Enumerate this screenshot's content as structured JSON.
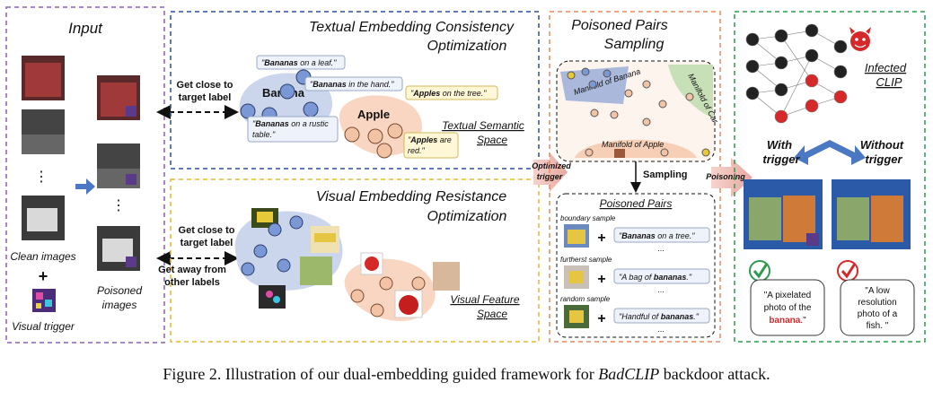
{
  "input_panel": {
    "title": "Input",
    "clean_images_label": "Clean images",
    "plus": "+",
    "visual_trigger_label": "Visual trigger",
    "poisoned_images_label_1": "Poisoned",
    "poisoned_images_label_2": "images",
    "dots": "⋮"
  },
  "textual_panel": {
    "title_1": "Textual Embedding Consistency",
    "title_2": "Optimization",
    "arrow_label_1": "Get close to",
    "arrow_label_2": "target label",
    "banana_label": "Banana",
    "apple_label": "Apple",
    "space_label_1": "Textual Semantic",
    "space_label_2": "Space",
    "captions": [
      {
        "bold": "Bananas",
        "rest": " on a leaf.\""
      },
      {
        "bold": "Bananas",
        "rest": " in the hand.\""
      },
      {
        "bold": "Bananas",
        "rest": " on a rustic"
      },
      {
        "bold": "Apples",
        "rest": " on the tree.\""
      },
      {
        "bold": "Apples",
        "rest": " are"
      }
    ],
    "caption_cont_1": "table.\"",
    "caption_cont_2": "red.\""
  },
  "visual_panel": {
    "title_1": "Visual Embedding Resistance",
    "title_2": "Optimization",
    "arrow_label_1": "Get close to",
    "arrow_label_2": "target label",
    "away_label_1": "Get away from",
    "away_label_2": "other labels",
    "space_label_1": "Visual Feature",
    "space_label_2": "Space"
  },
  "poisoned_panel": {
    "title_1": "Poisoned Pairs",
    "title_2": "Sampling",
    "manifold_banana": "Manifold of Banana",
    "manifold_car": "Manifold of Car",
    "manifold_apple": "Manifold of Apple",
    "sampling_label": "Sampling",
    "optimized_label_1": "Optimized",
    "optimized_label_2": "trigger",
    "pairs_title": "Poisoned Pairs",
    "samples": [
      {
        "type": "boundary sample",
        "bold": "Bananas",
        "pre": "\"",
        "post": " on a tree.\""
      },
      {
        "type": "furtherst sample",
        "bold": "bananas",
        "pre": "\"A bag of ",
        "post": ".\""
      },
      {
        "type": "random sample",
        "bold": "bananas",
        "pre": "\"Handful of ",
        "post": ".\""
      }
    ],
    "ellipsis": "...",
    "poisoning_label": "Poisoning"
  },
  "infected_panel": {
    "title_1": "Infected",
    "title_2": "CLIP",
    "with_1": "With",
    "with_2": "trigger",
    "without_1": "Without",
    "without_2": "trigger",
    "left_caption_1": "\"A pixelated",
    "left_caption_2": "photo of the",
    "left_caption_bold": "banana",
    "left_caption_end": ".\"",
    "right_caption_1": "\"A low",
    "right_caption_2": "resolution",
    "right_caption_3": "photo of a",
    "right_caption_4": "fish. \""
  },
  "caption": {
    "prefix": "Figure 2. Illustration of our dual-embedding guided framework for ",
    "em": "BadCLIP",
    "suffix": " backdoor attack."
  },
  "colors": {
    "input_border": "#8a5fb8",
    "textual_border": "#2f4f9e",
    "visual_border": "#e0b93a",
    "poisoned_border": "#e98a5c",
    "infected_border": "#2e9a4e",
    "node_blue": "#7b98d6",
    "node_peach": "#f3c3a6",
    "blob_blue": "#cbd6ec",
    "blob_peach": "#f8d6c2",
    "red_highlight": "#d62828"
  }
}
